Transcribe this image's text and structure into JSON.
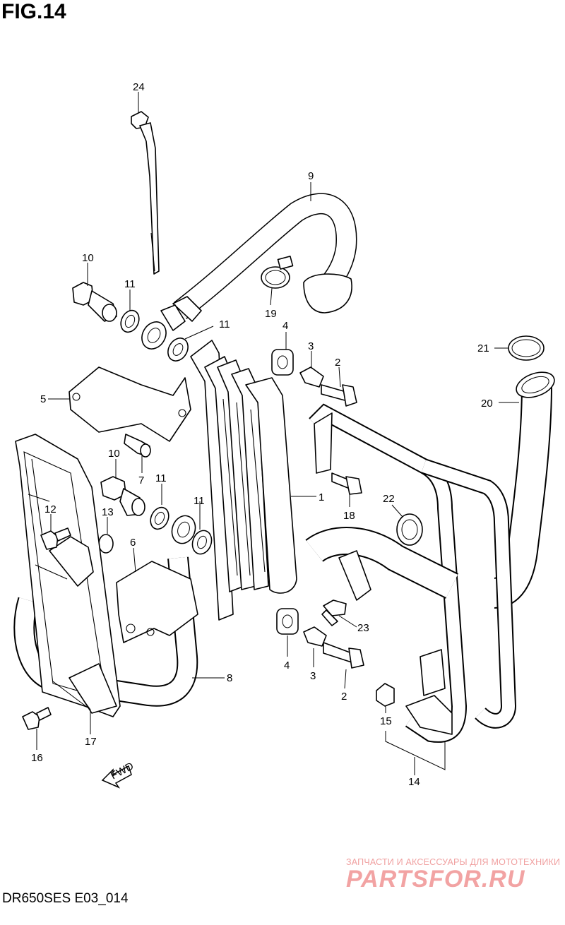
{
  "figure_title": "FIG.14",
  "footer_code": "DR650SES E03_014",
  "watermark": {
    "tagline": "ЗАПЧАСТИ И АКСЕССУАРЫ ДЛЯ МОТОТЕХНИКИ",
    "brand": "PARTSFOR.RU",
    "color": "#f2a3a3"
  },
  "direction_arrow": "FWD",
  "callouts": [
    "24",
    "9",
    "10",
    "11",
    "11",
    "19",
    "4",
    "3",
    "2",
    "21",
    "20",
    "5",
    "7",
    "1",
    "10",
    "11",
    "11",
    "22",
    "18",
    "12",
    "13",
    "6",
    "23",
    "4",
    "3",
    "2",
    "8",
    "15",
    "17",
    "16",
    "14"
  ]
}
